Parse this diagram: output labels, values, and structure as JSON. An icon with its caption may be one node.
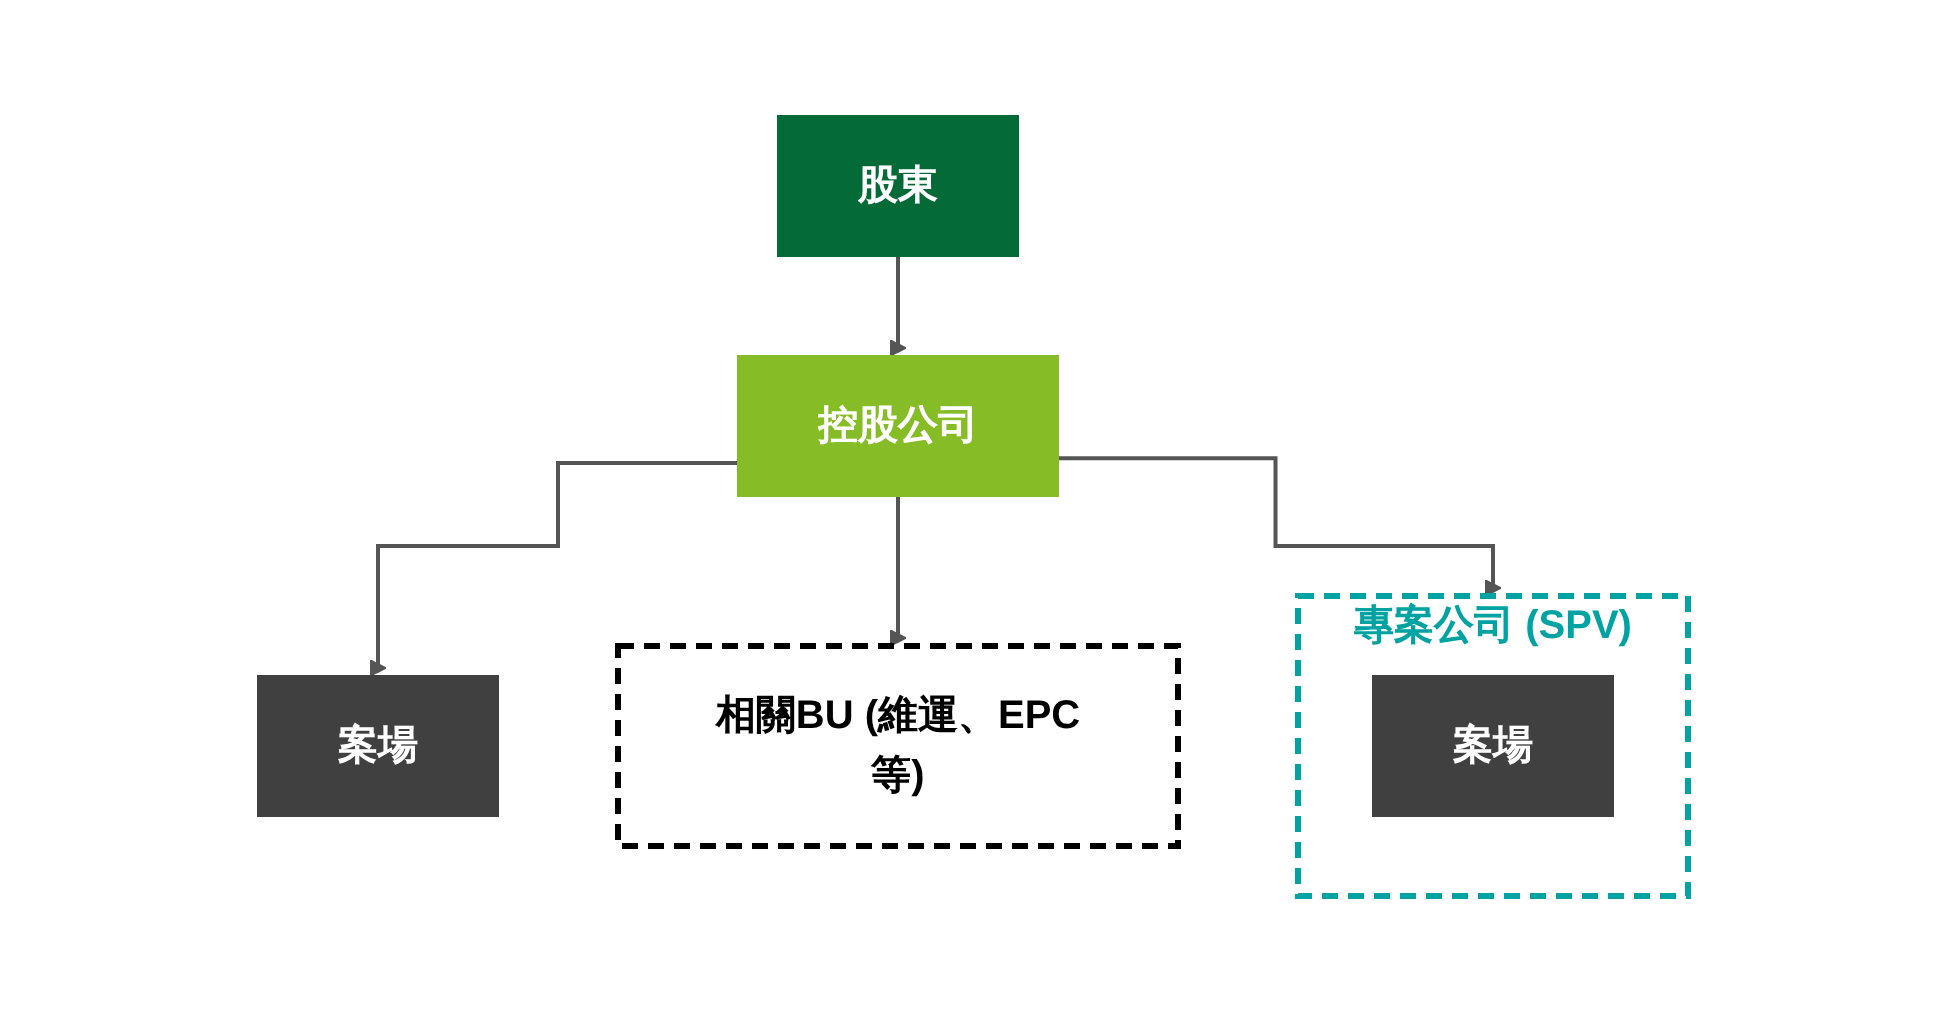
{
  "diagram": {
    "nodes": [
      {
        "text": [
          "股東"
        ]
      },
      {
        "text": [
          "控股公司"
        ]
      },
      {
        "text": [
          "專案公司 (SPV)"
        ]
      },
      {
        "text": [
          "案場"
        ],
        "in": 2
      },
      {
        "text": [
          "案場"
        ]
      },
      {
        "text": [
          "相關BU (維運、EPC等)"
        ]
      }
    ],
    "edges": [
      {
        "from": 0,
        "to": 1,
        "arrow": "to"
      },
      {
        "from": 1,
        "to": 2,
        "arrow": "to"
      },
      {
        "from": 1,
        "to": 4,
        "arrow": "to"
      },
      {
        "from": 1,
        "to": 5,
        "arrow": "to"
      }
    ]
  }
}
